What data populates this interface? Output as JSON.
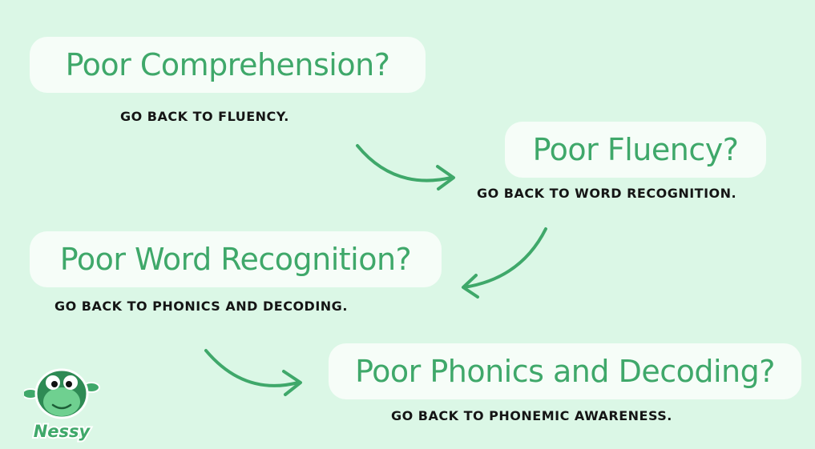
{
  "steps": [
    {
      "question": "Poor Comprehension?",
      "advice": "GO BACK TO FLUENCY."
    },
    {
      "question": "Poor Fluency?",
      "advice": "GO BACK TO WORD RECOGNITION."
    },
    {
      "question": "Poor Word Recognition?",
      "advice": "GO BACK TO PHONICS AND DECODING."
    },
    {
      "question": "Poor Phonics and Decoding?",
      "advice": "GO BACK TO PHONEMIC AWARENESS."
    }
  ],
  "logo": {
    "text": "Nessy"
  },
  "colors": {
    "background": "#dbf7e6",
    "accent": "#3fa86a",
    "pill": "#f6fdf8",
    "text": "#151515"
  }
}
